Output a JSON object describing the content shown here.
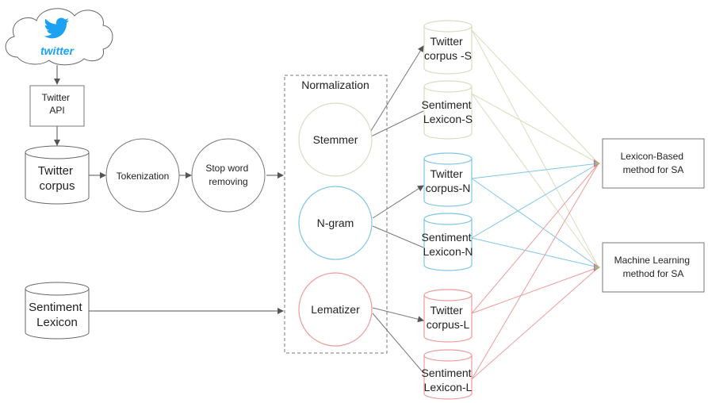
{
  "twitter": {
    "logo_text": "twitter",
    "api_label": [
      "Twitter",
      "API"
    ]
  },
  "corpus": [
    "Twitter",
    "corpus"
  ],
  "steps": {
    "tokenization": "Tokenization",
    "stopword": [
      "Stop word",
      "removing"
    ]
  },
  "normalization": {
    "title": "Normalization",
    "stemmer": "Stemmer",
    "ngram": "N-gram",
    "lematizer": "Lematizer"
  },
  "sentiment_lexicon": [
    "Sentiment",
    "Lexicon"
  ],
  "outputs": {
    "corpus_s": [
      "Twitter",
      "corpus -S"
    ],
    "lexicon_s": [
      "Sentiment",
      "Lexicon-S"
    ],
    "corpus_n": [
      "Twitter",
      "corpus-N"
    ],
    "lexicon_n": [
      "Sentiment",
      "Lexicon-N"
    ],
    "corpus_l": [
      "Twitter",
      "corpus-L"
    ],
    "lexicon_l": [
      "Sentiment",
      "Lexicon-L"
    ]
  },
  "methods": {
    "lexicon_based": [
      "Lexicon-Based",
      "method for SA"
    ],
    "machine_learning": [
      "Machine Learning",
      "method for SA"
    ]
  },
  "colors": {
    "stemmer": "#d9dcc0",
    "ngram": "#7fc4e6",
    "lematizer": "#ef9a9a",
    "neutral": "#888888",
    "twitter_blue": "#1da1f2"
  }
}
